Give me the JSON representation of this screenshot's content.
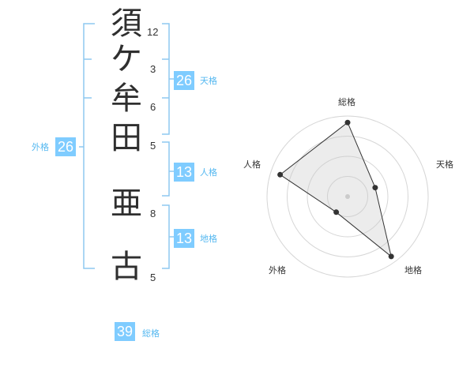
{
  "name": {
    "chars": [
      "須",
      "ケ",
      "牟",
      "田",
      "亜",
      "古"
    ],
    "strokes": [
      "12",
      "3",
      "6",
      "5",
      "8",
      "5"
    ]
  },
  "fortune": {
    "tenkaku": {
      "value": "26",
      "label": "天格"
    },
    "jinkaku": {
      "value": "13",
      "label": "人格"
    },
    "chikaku": {
      "value": "13",
      "label": "地格"
    },
    "gaikaku": {
      "value": "26",
      "label": "外格"
    },
    "soukaku": {
      "value": "39",
      "label": "総格"
    }
  },
  "colors": {
    "accent": "#7fccff",
    "bracket": "#8dc8f0",
    "label": "#55b8f0"
  },
  "chart_data": {
    "type": "radar",
    "axes": [
      "総格",
      "天格",
      "地格",
      "外格",
      "人格"
    ],
    "range": [
      0,
      5
    ],
    "rings": 4,
    "values": [
      4.6,
      1.8,
      4.6,
      1.2,
      4.4
    ]
  }
}
